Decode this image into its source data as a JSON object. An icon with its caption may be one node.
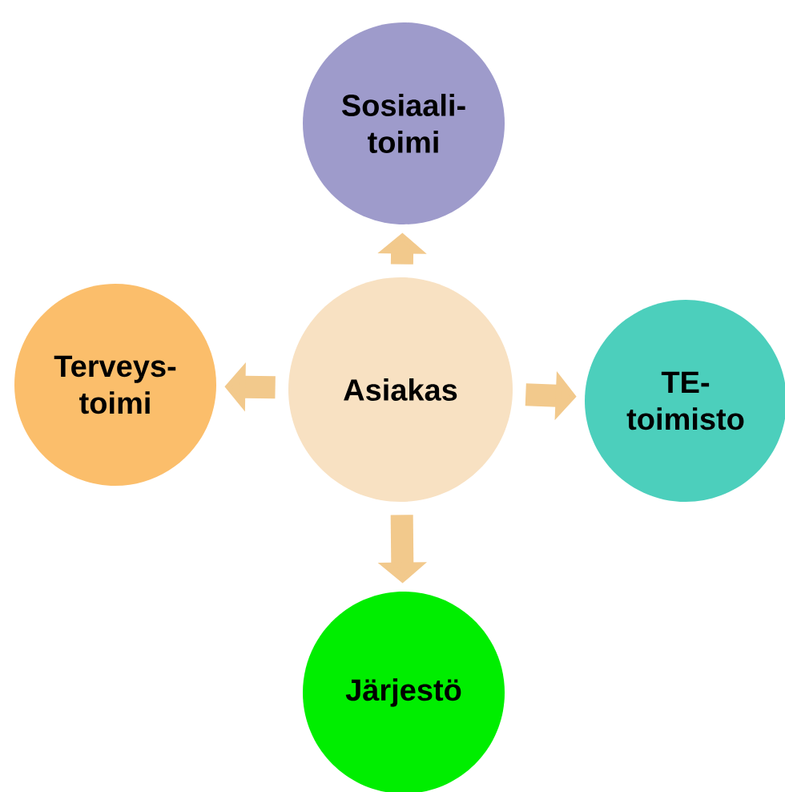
{
  "diagram": {
    "nodes": [
      {
        "text": [
          "Asiakas"
        ]
      },
      {
        "text": [
          "Sosiaali- toimi"
        ]
      },
      {
        "text": [
          "TE- toimisto"
        ]
      },
      {
        "text": [
          "Järjestö"
        ]
      },
      {
        "text": [
          "Terveys- toimi"
        ]
      }
    ],
    "edges": [
      {
        "from": 0,
        "to": 1,
        "arrow": "to"
      },
      {
        "from": 0,
        "to": 2,
        "arrow": "to"
      },
      {
        "from": 0,
        "to": 3,
        "arrow": "to"
      },
      {
        "from": 0,
        "to": 4,
        "arrow": "to"
      }
    ]
  }
}
